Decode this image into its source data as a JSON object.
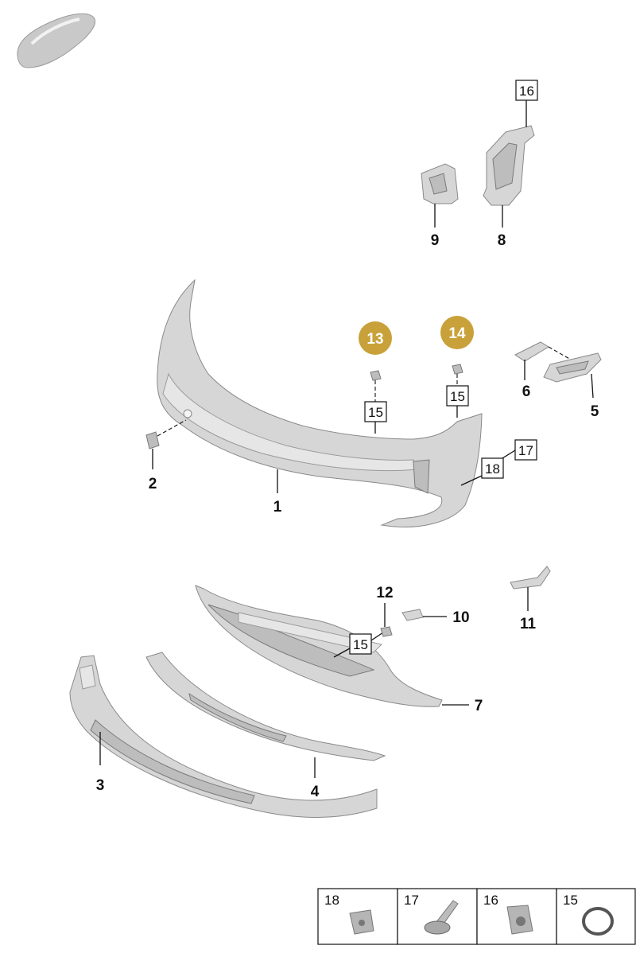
{
  "callouts": {
    "p1": "1",
    "p2": "2",
    "p3": "3",
    "p4": "4",
    "p5": "5",
    "p6": "6",
    "p7": "7",
    "p8": "8",
    "p9": "9",
    "p10": "10",
    "p11": "11",
    "p12": "12"
  },
  "highlighted": {
    "p13": "13",
    "p14": "14",
    "color": "#c9a13a"
  },
  "boxed": {
    "b16": "16",
    "b15a": "15",
    "b15b": "15",
    "b15c": "15",
    "b17": "17",
    "b18": "18"
  },
  "legend": {
    "cells": [
      {
        "label": "18",
        "icon": "clip-nut-icon"
      },
      {
        "label": "17",
        "icon": "screw-icon"
      },
      {
        "label": "16",
        "icon": "clip-nut-icon"
      },
      {
        "label": "15",
        "icon": "o-ring-icon"
      }
    ]
  }
}
